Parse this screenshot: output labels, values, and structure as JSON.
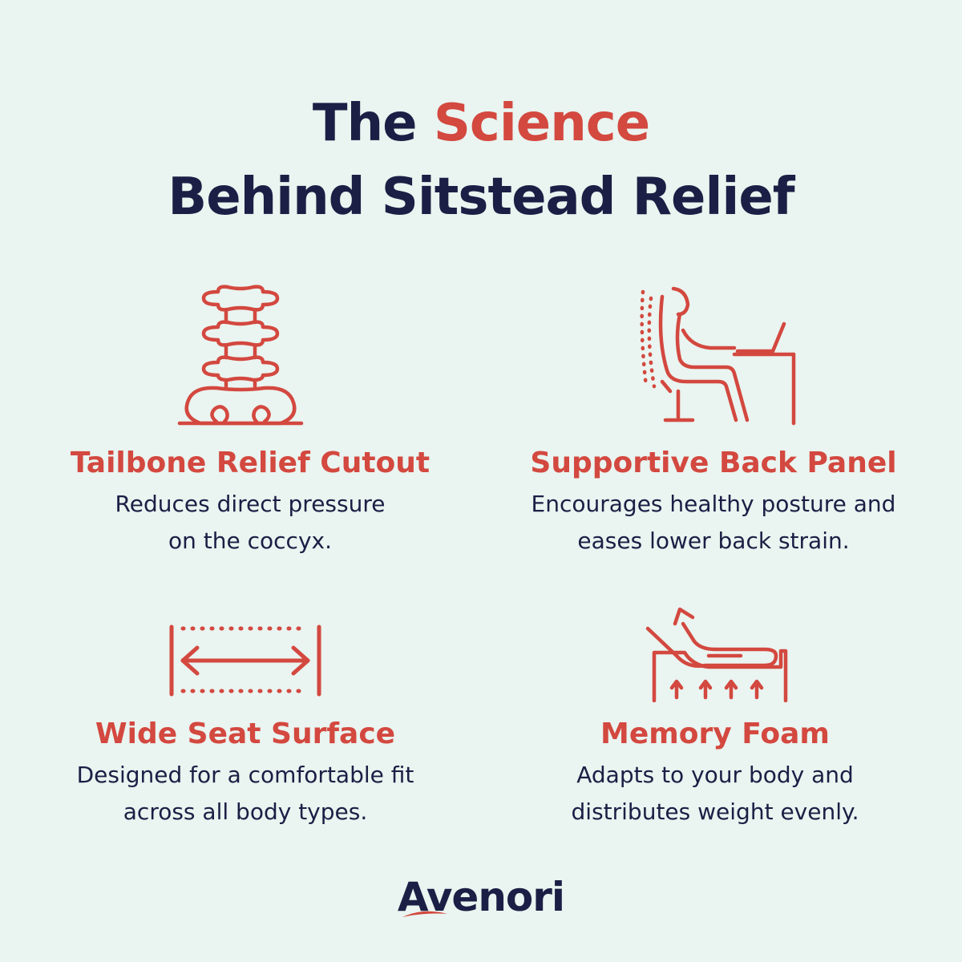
{
  "title": {
    "line1_pre": "The ",
    "line1_accent": "Science",
    "line2": "Behind Sitstead Relief"
  },
  "features": [
    {
      "icon": "spine-icon",
      "heading": "Tailbone Relief Cutout",
      "line1": "Reduces direct pressure",
      "line2": "on the coccyx."
    },
    {
      "icon": "posture-desk-icon",
      "heading": "Supportive Back Panel",
      "line1": "Encourages healthy posture and",
      "line2": "eases lower back strain."
    },
    {
      "icon": "width-arrow-icon",
      "heading": "Wide Seat Surface",
      "line1": "Designed for a comfortable fit",
      "line2": "across all body types."
    },
    {
      "icon": "memory-foam-icon",
      "heading": "Memory Foam",
      "line1": "Adapts to your body and",
      "line2": "distributes weight evenly."
    }
  ],
  "brand": {
    "logo_text": "Avenori"
  },
  "colors": {
    "background": "#eaf4f0",
    "navy": "#1b1f45",
    "accent": "#d3483f"
  }
}
